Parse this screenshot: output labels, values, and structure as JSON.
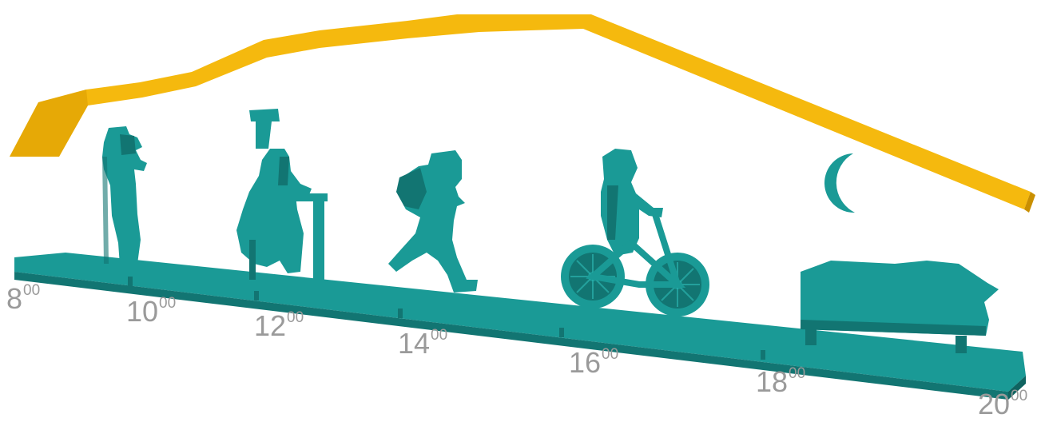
{
  "colors": {
    "timeline_teal": "#1a9a96",
    "timeline_dark": "#127572",
    "timeline_light": "#2bb3ae",
    "sun_path_yellow": "#f5b90e",
    "sun_path_dark": "#c98f00",
    "label_gray": "#9a9a9a"
  },
  "time_labels": [
    {
      "hour": "8",
      "minutes": "00"
    },
    {
      "hour": "10",
      "minutes": "00"
    },
    {
      "hour": "12",
      "minutes": "00"
    },
    {
      "hour": "14",
      "minutes": "00"
    },
    {
      "hour": "16",
      "minutes": "00"
    },
    {
      "hour": "18",
      "minutes": "00"
    },
    {
      "hour": "20",
      "minutes": "00"
    }
  ],
  "figures": [
    {
      "icon": "person-with-camera-icon"
    },
    {
      "icon": "student-at-desk-icon"
    },
    {
      "icon": "child-walking-with-backpack-icon"
    },
    {
      "icon": "child-riding-bicycle-icon"
    },
    {
      "icon": "crescent-moon-icon"
    },
    {
      "icon": "bed-icon"
    }
  ]
}
